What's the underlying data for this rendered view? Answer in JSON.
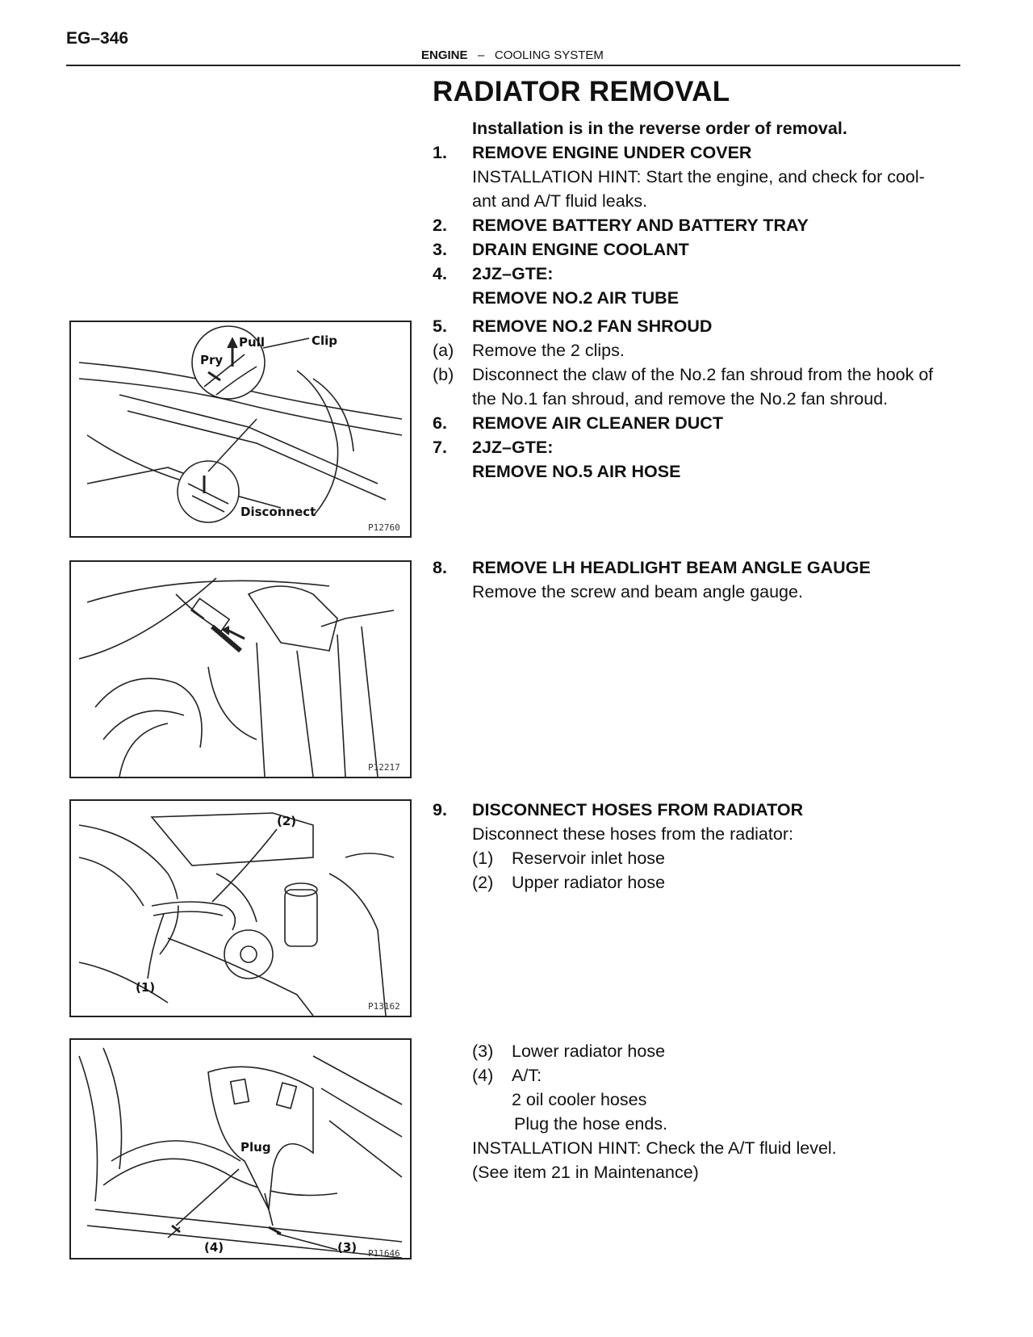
{
  "header": {
    "page_number": "EG–346",
    "section": "ENGINE",
    "separator": "–",
    "subsection": "COOLING SYSTEM"
  },
  "title": "RADIATOR REMOVAL",
  "lines": {
    "intro": "Installation is in the reverse order of removal.",
    "s1_num": "1.",
    "s1": "REMOVE ENGINE UNDER COVER",
    "s1_hint_a": "INSTALLATION HINT: Start the engine, and check for cool-",
    "s1_hint_b": "ant and A/T fluid leaks.",
    "s2_num": "2.",
    "s2": "REMOVE BATTERY AND BATTERY TRAY",
    "s3_num": "3.",
    "s3": "DRAIN ENGINE COOLANT",
    "s4_num": "4.",
    "s4_a": "2JZ–GTE:",
    "s4_b": "REMOVE NO.2 AIR TUBE",
    "s5_num": "5.",
    "s5": "REMOVE NO.2 FAN SHROUD",
    "s5a_num": "(a)",
    "s5a": "Remove the 2 clips.",
    "s5b_num": "(b)",
    "s5b_1": "Disconnect the claw of the No.2 fan shroud from the hook of",
    "s5b_2": "the No.1 fan shroud, and remove the No.2 fan shroud.",
    "s6_num": "6.",
    "s6": "REMOVE AIR CLEANER DUCT",
    "s7_num": "7.",
    "s7_a": "2JZ–GTE:",
    "s7_b": "REMOVE NO.5 AIR HOSE",
    "s8_num": "8.",
    "s8": "REMOVE LH HEADLIGHT BEAM ANGLE GAUGE",
    "s8_text": "Remove the screw and beam angle gauge.",
    "s9_num": "9.",
    "s9": "DISCONNECT HOSES FROM RADIATOR",
    "s9_text": "Disconnect these hoses from the radiator:",
    "h1_num": "(1)",
    "h1": "Reservoir inlet hose",
    "h2_num": "(2)",
    "h2": "Upper radiator hose",
    "h3_num": "(3)",
    "h3": "Lower radiator hose",
    "h4_num": "(4)",
    "h4_a": "A/T:",
    "h4_b": "2 oil cooler hoses",
    "h4_c": "Plug the hose ends.",
    "s9_hint_a": "INSTALLATION HINT: Check the A/T fluid level.",
    "s9_hint_b": "(See item 21 in Maintenance)"
  },
  "figures": {
    "fig1": {
      "code": "P12760",
      "label_pull": "Pull",
      "label_pry": "Pry",
      "label_clip": "Clip",
      "label_disconnect": "Disconnect"
    },
    "fig2": {
      "code": "P12217"
    },
    "fig3": {
      "code": "P13162",
      "label_1": "(1)",
      "label_2": "(2)"
    },
    "fig4": {
      "code": "P11646",
      "label_plug": "Plug",
      "label_3": "(3)",
      "label_4": "(4)"
    }
  }
}
